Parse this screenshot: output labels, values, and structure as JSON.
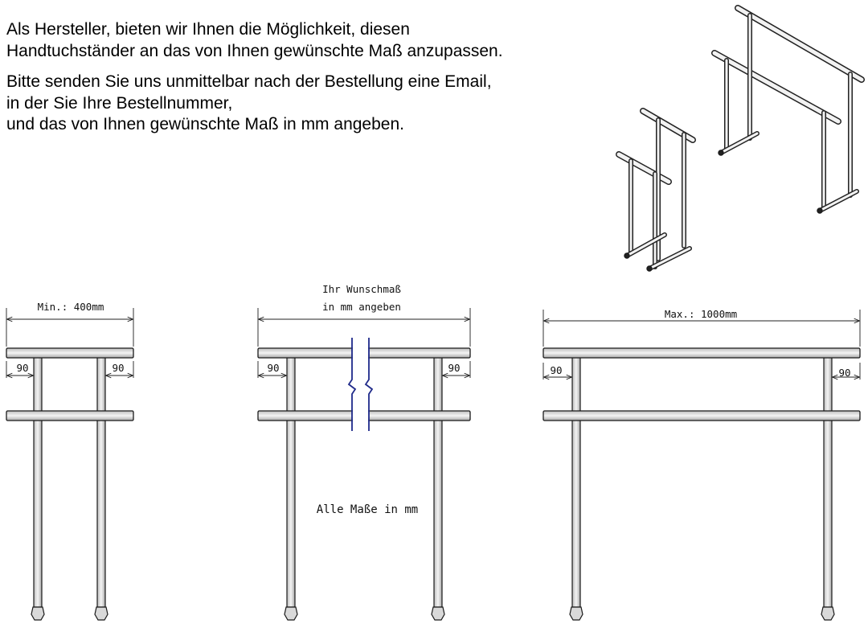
{
  "intro": {
    "paragraph1": [
      "Als Hersteller, bieten wir Ihnen die Möglichkeit, diesen",
      "Handtuchständer an das von Ihnen gewünschte Maß anzupassen."
    ],
    "paragraph2": [
      "Bitte senden Sie uns unmittelbar nach der Bestellung eine Email,",
      "in der Sie Ihre Bestellnummer,",
      "und das von Ihnen gewünschte Maß in mm angeben."
    ]
  },
  "views": {
    "min": {
      "width_label": "Min.: 400mm",
      "left_offset": "90",
      "right_offset": "90"
    },
    "custom": {
      "width_label_line1": "Ihr Wunschmaß",
      "width_label_line2": "in mm angeben",
      "left_offset": "90",
      "right_offset": "90"
    },
    "max": {
      "width_label": "Max.: 1000mm",
      "left_offset": "90",
      "right_offset": "90"
    }
  },
  "note": "Alle Maße in mm",
  "colors": {
    "tube_fill": "#e8e8e8",
    "tube_stroke": "#1a1a1a",
    "break_mark": "#1f2a8a"
  }
}
